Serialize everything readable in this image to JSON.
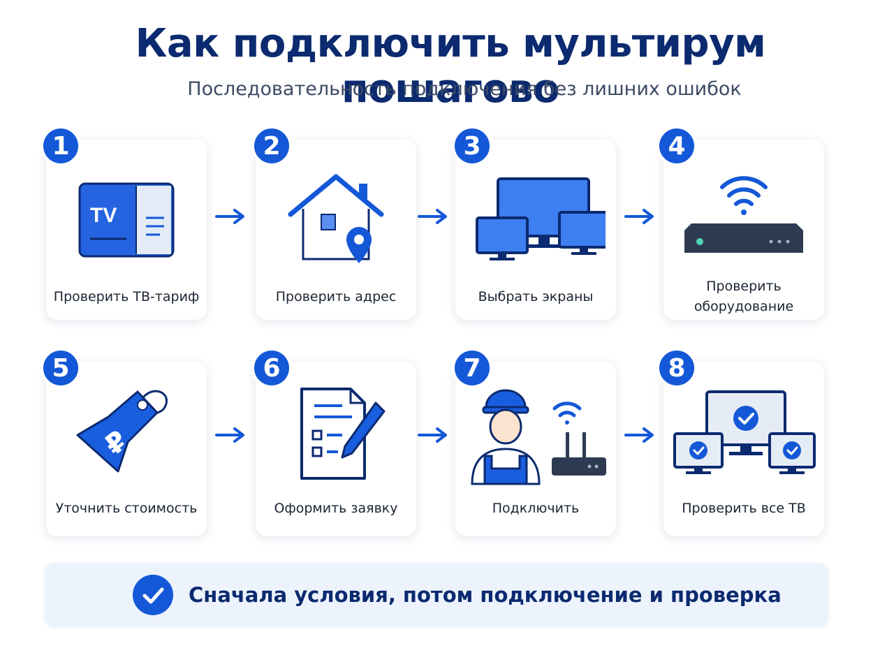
{
  "title": "Как подключить мультирум пошагово",
  "subtitle": "Последовательность подключения без лишних ошибок",
  "colors": {
    "accent": "#1458d8",
    "dark_blue": "#0b2a6f",
    "card_bg": "#ffffff",
    "footer_bg": "#edf3fc"
  },
  "steps": [
    {
      "number": "1",
      "label": "Проверить ТВ-тариф",
      "icon": "tv-tariff-card-icon",
      "icon_text": "TV"
    },
    {
      "number": "2",
      "label": "Проверить адрес",
      "icon": "house-location-icon"
    },
    {
      "number": "3",
      "label": "Выбрать экраны",
      "icon": "multiple-screens-icon"
    },
    {
      "number": "4",
      "label": "Проверить оборудование",
      "icon": "set-top-box-icon"
    },
    {
      "number": "5",
      "label": "Уточнить стоимость",
      "icon": "ruble-price-tag-icon"
    },
    {
      "number": "6",
      "label": "Оформить заявку",
      "icon": "application-form-icon"
    },
    {
      "number": "7",
      "label": "Подключить",
      "icon": "technician-router-icon"
    },
    {
      "number": "8",
      "label": "Проверить все ТВ",
      "icon": "checked-screens-icon"
    }
  ],
  "footer": {
    "text": "Сначала условия, потом подключение и проверка",
    "icon": "check-circle-icon"
  }
}
